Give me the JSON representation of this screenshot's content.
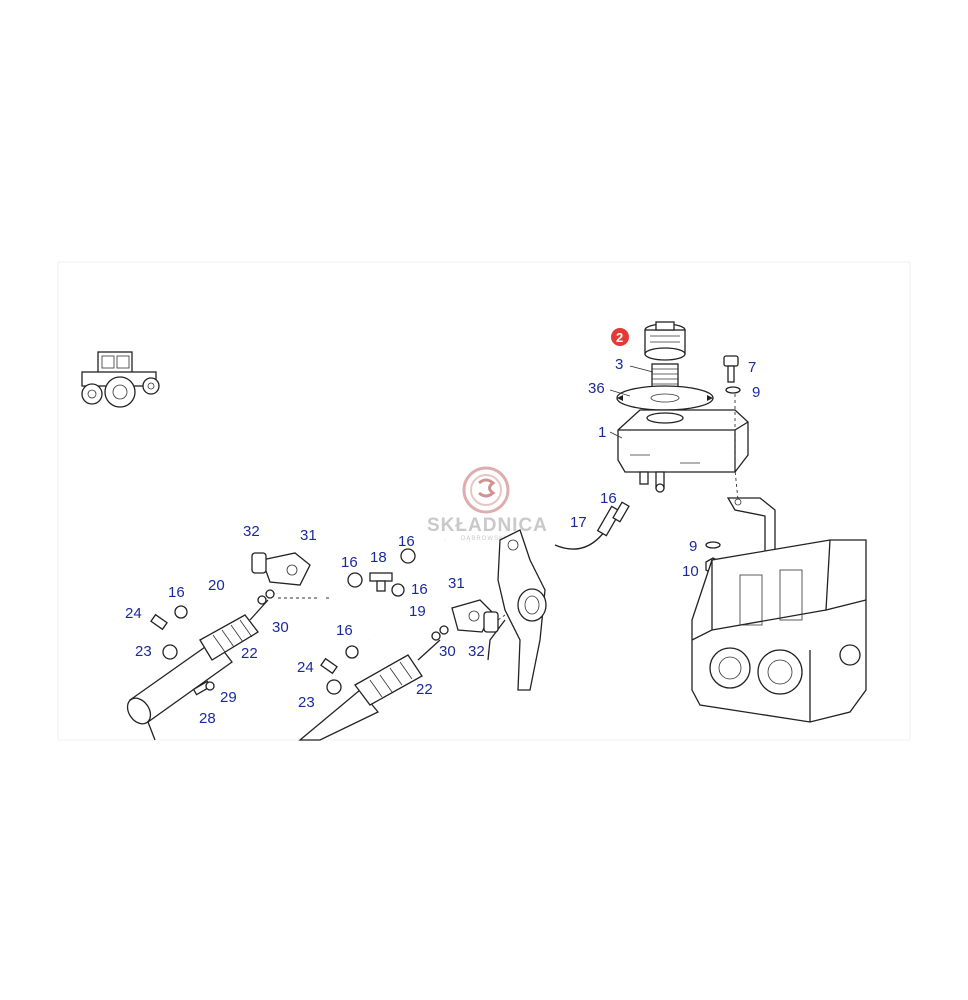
{
  "watermark": {
    "title": "SKŁADNICA",
    "subtitle": "DĄBROWSKI"
  },
  "colors": {
    "callout": "#1a2a9c",
    "highlight": "#e53935",
    "watermark": "#c9c9c9"
  },
  "callouts": [
    {
      "id": "c2",
      "text": "2",
      "highlighted": true
    },
    {
      "id": "c3",
      "text": "3"
    },
    {
      "id": "c36",
      "text": "36"
    },
    {
      "id": "c1",
      "text": "1"
    },
    {
      "id": "c7",
      "text": "7"
    },
    {
      "id": "c9a",
      "text": "9"
    },
    {
      "id": "c16a",
      "text": "16"
    },
    {
      "id": "c17",
      "text": "17"
    },
    {
      "id": "c9b",
      "text": "9"
    },
    {
      "id": "c10",
      "text": "10"
    },
    {
      "id": "c32a",
      "text": "32"
    },
    {
      "id": "c31a",
      "text": "31"
    },
    {
      "id": "c16b",
      "text": "16"
    },
    {
      "id": "c20",
      "text": "20"
    },
    {
      "id": "c24a",
      "text": "24"
    },
    {
      "id": "c23a",
      "text": "23"
    },
    {
      "id": "c22a",
      "text": "22"
    },
    {
      "id": "c30a",
      "text": "30"
    },
    {
      "id": "c29",
      "text": "29"
    },
    {
      "id": "c28",
      "text": "28"
    },
    {
      "id": "c16c",
      "text": "16"
    },
    {
      "id": "c18",
      "text": "18"
    },
    {
      "id": "c16d",
      "text": "16"
    },
    {
      "id": "c16e",
      "text": "16"
    },
    {
      "id": "c19",
      "text": "19"
    },
    {
      "id": "c31b",
      "text": "31"
    },
    {
      "id": "c16f",
      "text": "16"
    },
    {
      "id": "c24b",
      "text": "24"
    },
    {
      "id": "c23b",
      "text": "23"
    },
    {
      "id": "c22b",
      "text": "22"
    },
    {
      "id": "c30b",
      "text": "30"
    },
    {
      "id": "c32b",
      "text": "32"
    }
  ]
}
